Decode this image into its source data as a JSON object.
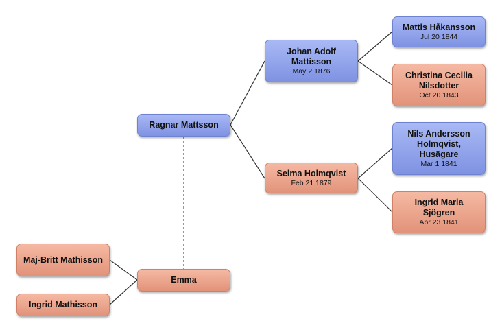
{
  "people": {
    "ragnar": {
      "name": "Ragnar Mattsson",
      "date": "",
      "sex": "male"
    },
    "johan": {
      "name": "Johan Adolf Mattisson",
      "date": "May 2 1876",
      "sex": "male"
    },
    "selma": {
      "name": "Selma Holmqvist",
      "date": "Feb 21 1879",
      "sex": "female"
    },
    "mattis": {
      "name": "Mattis Håkansson",
      "date": "Jul 20 1844",
      "sex": "male"
    },
    "christina": {
      "name": "Christina Cecilia Nilsdotter",
      "date": "Oct 20 1843",
      "sex": "female"
    },
    "nils": {
      "name": "Nils Andersson Holmqvist, Husägare",
      "date": "Mar 1 1841",
      "sex": "male"
    },
    "ingrid_maria": {
      "name": "Ingrid Maria Sjögren",
      "date": "Apr 23 1841",
      "sex": "female"
    },
    "emma": {
      "name": "Emma",
      "date": "",
      "sex": "female"
    },
    "maj_britt": {
      "name": "Maj-Britt Mathisson",
      "date": "",
      "sex": "female"
    },
    "ingrid_m": {
      "name": "Ingrid Mathisson",
      "date": "",
      "sex": "female"
    }
  },
  "colors": {
    "male": "#8fa2ea",
    "female": "#eba58d",
    "line": "#333333"
  }
}
